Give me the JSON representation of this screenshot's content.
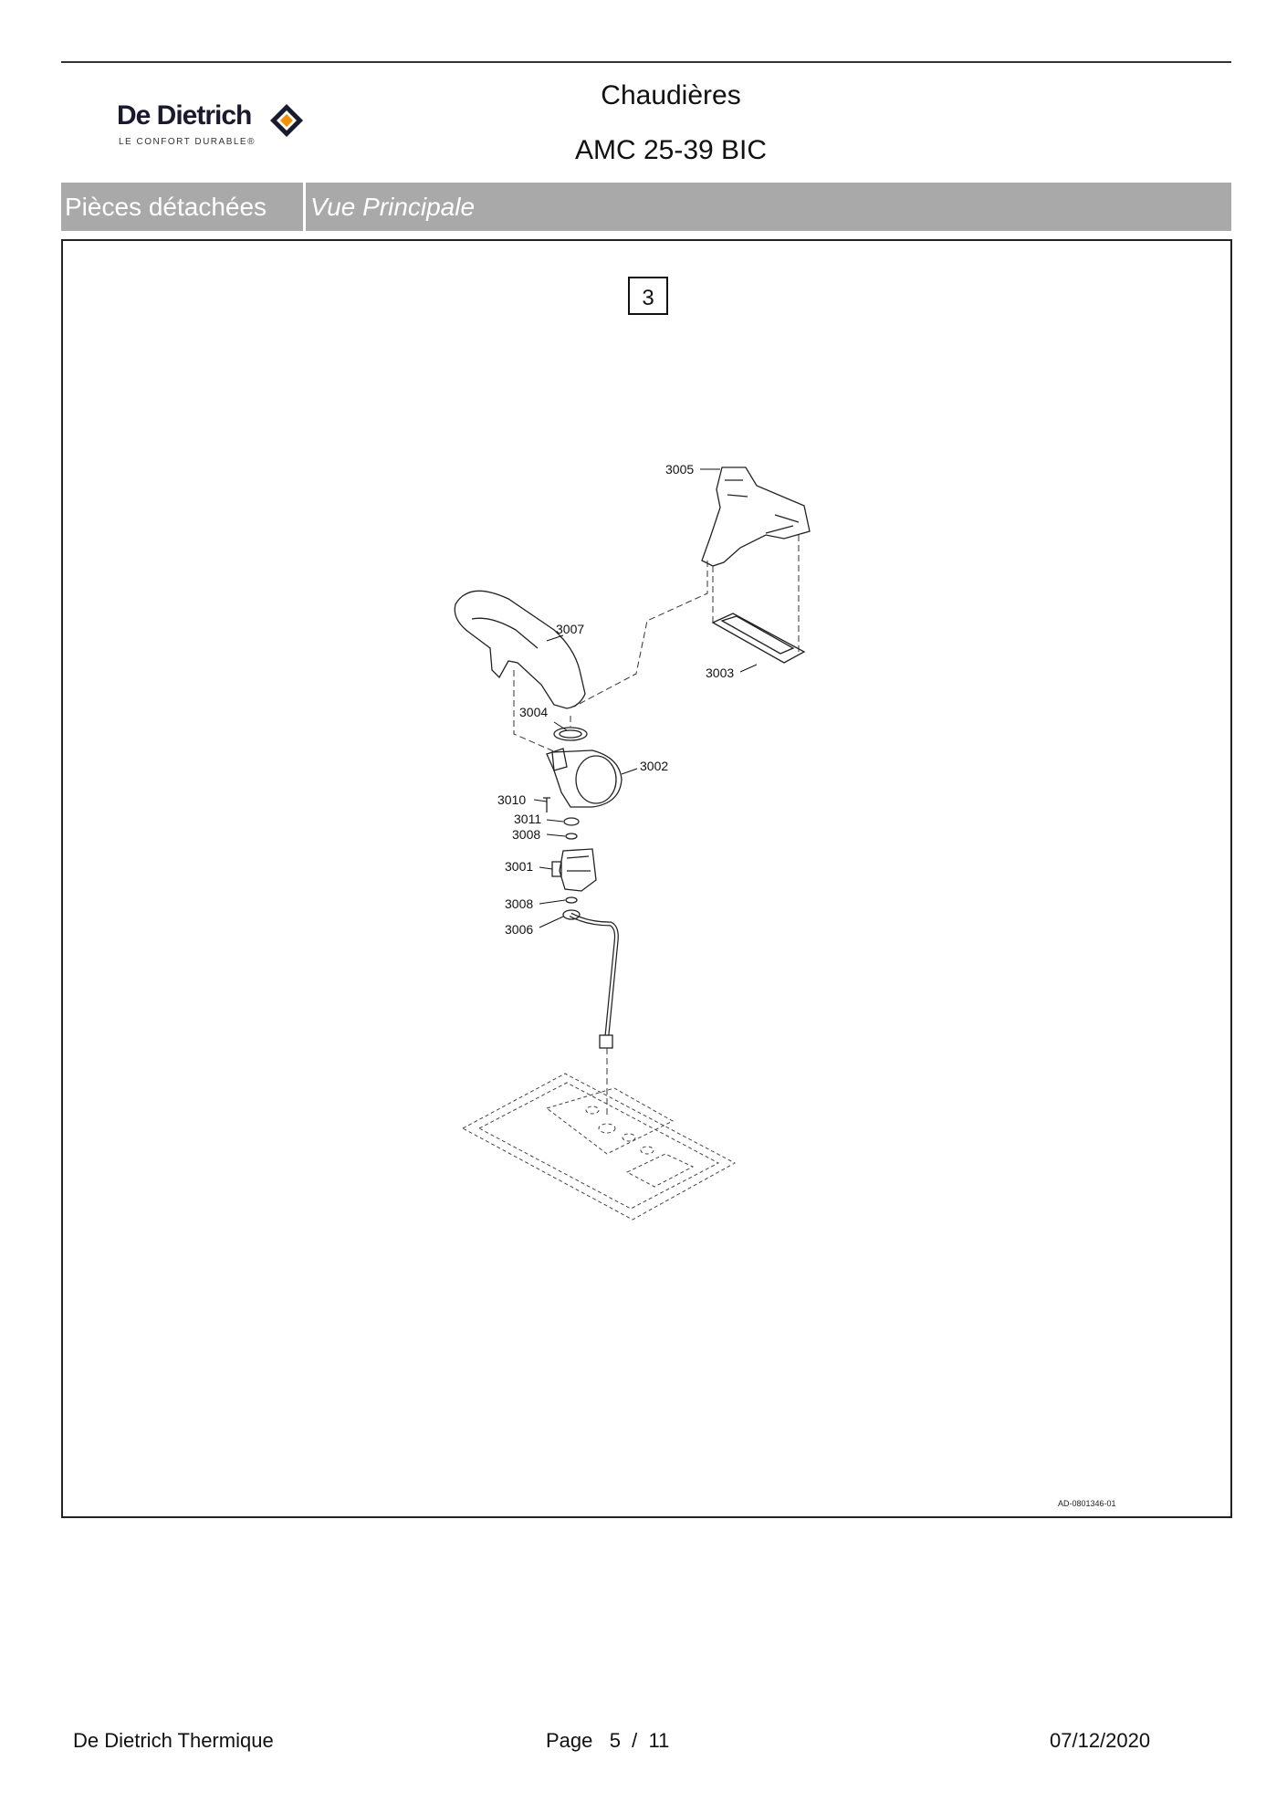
{
  "header": {
    "logo_name": "De Dietrich",
    "logo_tagline": "LE CONFORT DURABLE®",
    "title_line1": "Chaudières",
    "title_line2": "AMC 25-39 BIC"
  },
  "section_bar": {
    "left_label": "Pièces détachées",
    "right_label": "Vue Principale"
  },
  "diagram": {
    "view_number": "3",
    "drawing_reference": "AD-0801346-01",
    "callouts": [
      "3005",
      "3007",
      "3003",
      "3004",
      "3002",
      "3010",
      "3011",
      "3008",
      "3001",
      "3008",
      "3006"
    ]
  },
  "footer": {
    "company": "De Dietrich Thermique",
    "page_label": "Page   5  /  11",
    "date": "07/12/2020"
  },
  "colors": {
    "bar_background": "#a9a9a9",
    "logo_orange": "#f39200",
    "logo_navy": "#1a1a2e"
  }
}
